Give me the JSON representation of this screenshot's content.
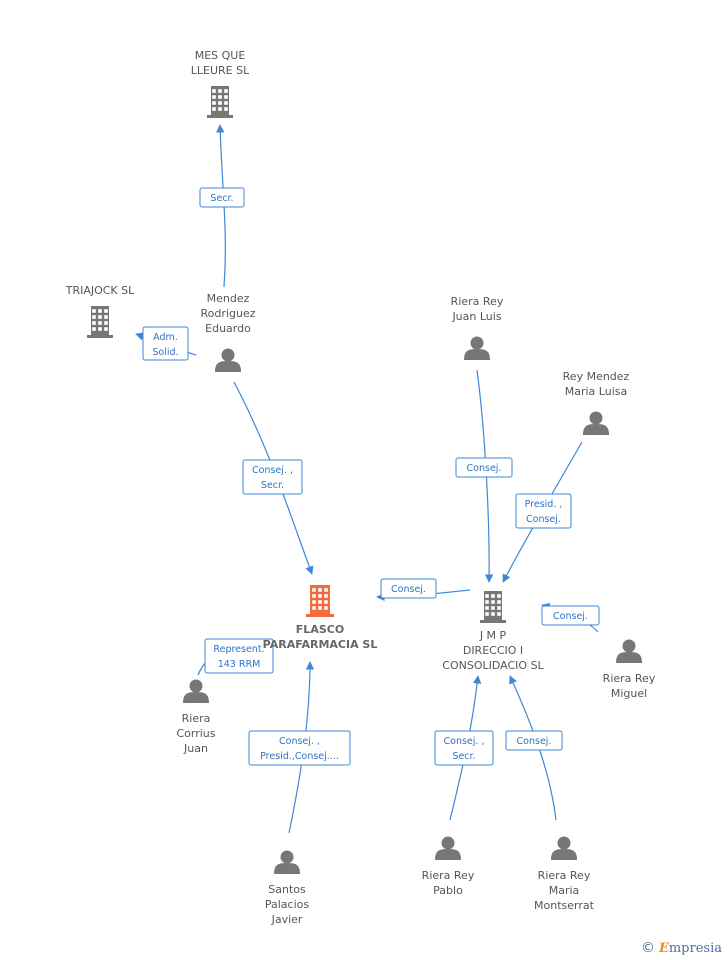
{
  "nodes": [
    {
      "id": "mesque",
      "type": "company",
      "lines": [
        "MES QUE",
        "LLEURE SL"
      ]
    },
    {
      "id": "triajock",
      "type": "company",
      "lines": [
        "TRIAJOCK SL"
      ]
    },
    {
      "id": "mendez",
      "type": "person",
      "lines": [
        "Mendez",
        "Rodriguez",
        "Eduardo"
      ]
    },
    {
      "id": "rierajuanluis",
      "type": "person",
      "lines": [
        "Riera Rey",
        "Juan Luis"
      ]
    },
    {
      "id": "reymendez",
      "type": "person",
      "lines": [
        "Rey Mendez",
        "Maria Luisa"
      ]
    },
    {
      "id": "flasco",
      "type": "company",
      "main": true,
      "lines": [
        "FLASCO",
        "PARAFARMACIA SL"
      ]
    },
    {
      "id": "jmp",
      "type": "company",
      "lines": [
        "J M P",
        "DIRECCIO I",
        "CONSOLIDACIO SL"
      ]
    },
    {
      "id": "rierarey_miguel",
      "type": "person",
      "lines": [
        "Riera Rey",
        "Miguel"
      ]
    },
    {
      "id": "rieracorrius",
      "type": "person",
      "lines": [
        "Riera",
        "Corrius",
        "Juan"
      ]
    },
    {
      "id": "santos",
      "type": "person",
      "lines": [
        "Santos",
        "Palacios",
        "Javier"
      ]
    },
    {
      "id": "rierapablo",
      "type": "person",
      "lines": [
        "Riera Rey",
        "Pablo"
      ]
    },
    {
      "id": "rieramontserrat",
      "type": "person",
      "lines": [
        "Riera Rey",
        "Maria",
        "Montserrat"
      ]
    }
  ],
  "edges": [
    {
      "id": "e1",
      "from": "mendez",
      "to": "mesque",
      "label": [
        "Secr."
      ]
    },
    {
      "id": "e2",
      "from": "mendez",
      "to": "triajock",
      "label": [
        "Adm.",
        "Solid."
      ]
    },
    {
      "id": "e3",
      "from": "mendez",
      "to": "flasco",
      "label": [
        "Consej. ,",
        "Secr."
      ]
    },
    {
      "id": "e4",
      "from": "rierajuanluis",
      "to": "jmp",
      "label": [
        "Consej."
      ]
    },
    {
      "id": "e5",
      "from": "reymendez",
      "to": "jmp",
      "label": [
        "Presid. ,",
        "Consej."
      ]
    },
    {
      "id": "e6",
      "from": "jmp",
      "to": "flasco",
      "label": [
        "Consej."
      ]
    },
    {
      "id": "e7",
      "from": "rierarey_miguel",
      "to": "jmp",
      "label": [
        "Consej."
      ]
    },
    {
      "id": "e8",
      "from": "rieracorrius",
      "to": "flasco",
      "label": [
        "Represent.",
        "143 RRM"
      ]
    },
    {
      "id": "e9",
      "from": "santos",
      "to": "flasco",
      "label": [
        "Consej. ,",
        "Presid.,Consej...."
      ]
    },
    {
      "id": "e10",
      "from": "rierapablo",
      "to": "jmp",
      "label": [
        "Consej. ,",
        "Secr."
      ]
    },
    {
      "id": "e11",
      "from": "rieramontserrat",
      "to": "jmp",
      "label": [
        "Consej."
      ]
    }
  ],
  "colors": {
    "edge": "#3f86d6",
    "icon": "#777777",
    "main_icon": "#f26a3d"
  },
  "footer": {
    "copyright": "©",
    "brand_initial": "E",
    "brand_rest": "mpresia"
  }
}
